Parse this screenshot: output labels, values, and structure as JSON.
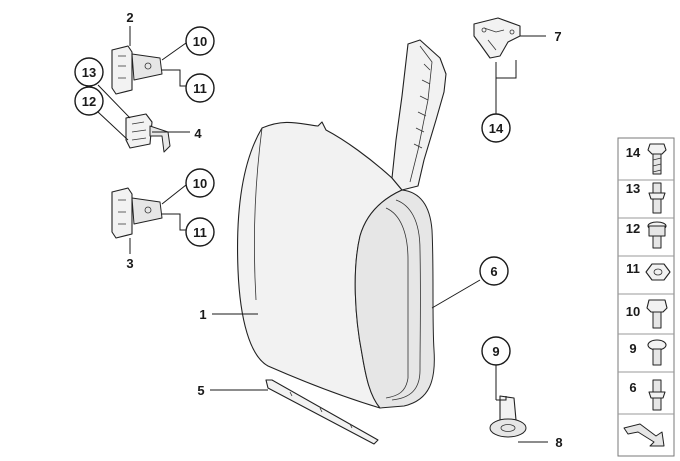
{
  "diagram": {
    "callouts": [
      {
        "id": "c2",
        "text": "2",
        "circled": false
      },
      {
        "id": "c10a",
        "text": "10",
        "circled": true
      },
      {
        "id": "c11a",
        "text": "11",
        "circled": true
      },
      {
        "id": "c13",
        "text": "13",
        "circled": true
      },
      {
        "id": "c12",
        "text": "12",
        "circled": true
      },
      {
        "id": "c4",
        "text": "4",
        "circled": false
      },
      {
        "id": "c10b",
        "text": "10",
        "circled": true
      },
      {
        "id": "c11b",
        "text": "11",
        "circled": true
      },
      {
        "id": "c3",
        "text": "3",
        "circled": false
      },
      {
        "id": "c7",
        "text": "7",
        "circled": false
      },
      {
        "id": "c14",
        "text": "14",
        "circled": true
      },
      {
        "id": "c6",
        "text": "6",
        "circled": true
      },
      {
        "id": "c1",
        "text": "1",
        "circled": false
      },
      {
        "id": "c5",
        "text": "5",
        "circled": false
      },
      {
        "id": "c9",
        "text": "9",
        "circled": true
      },
      {
        "id": "c8",
        "text": "8",
        "circled": false
      }
    ],
    "fastener_panel": [
      "14",
      "13",
      "12",
      "11",
      "10",
      "9",
      "6"
    ]
  },
  "colors": {
    "line": "#1a1a1a",
    "part_fill": "#f2f2f2",
    "panel_border": "#7a7a7a"
  }
}
